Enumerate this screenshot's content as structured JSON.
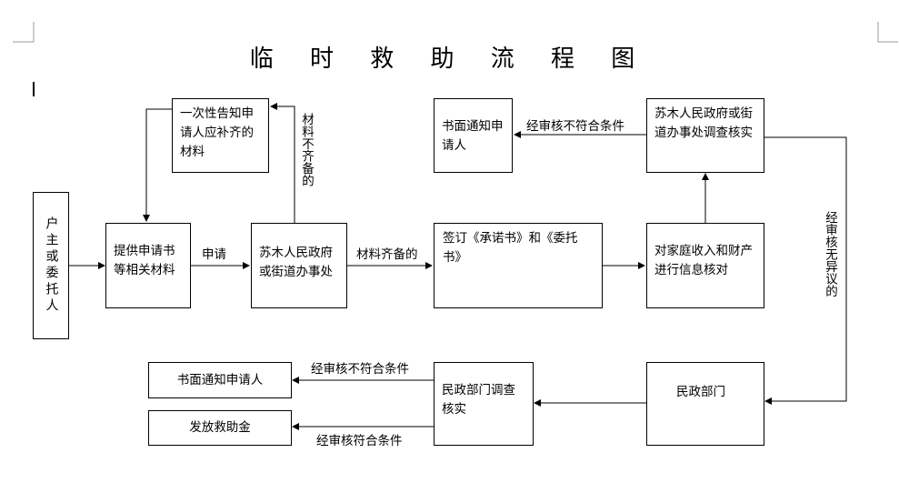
{
  "title": "临 时 救 助 流 程 图",
  "nodes": {
    "applicant": "户主或委托人",
    "submit_materials": "提供申请书等相关材料",
    "street_office": "苏木人民政府或街道办事处",
    "notify_supplement": "一次性告知申请人应补齐的材料",
    "sign_commitment": "签订《承诺书》和《委托书》",
    "verify_income": "对家庭收入和财产进行信息核对",
    "investigate": "苏木人民政府或街道办事处调查核实",
    "notify_written_top": "书面通知申请人",
    "civil_affairs": "民政部门",
    "civil_investigate": "民政部门调查核实",
    "notify_written_bottom": "书面通知申请人",
    "issue_aid": "发放救助金"
  },
  "edges": {
    "apply": "申请",
    "incomplete": "材料不齐备的",
    "complete": "材料齐备的",
    "not_qualified_top": "经审核不符合条件",
    "no_objection": "经审核无异议的",
    "not_qualified_bottom": "经审核不符合条件",
    "qualified": "经审核符合条件"
  }
}
